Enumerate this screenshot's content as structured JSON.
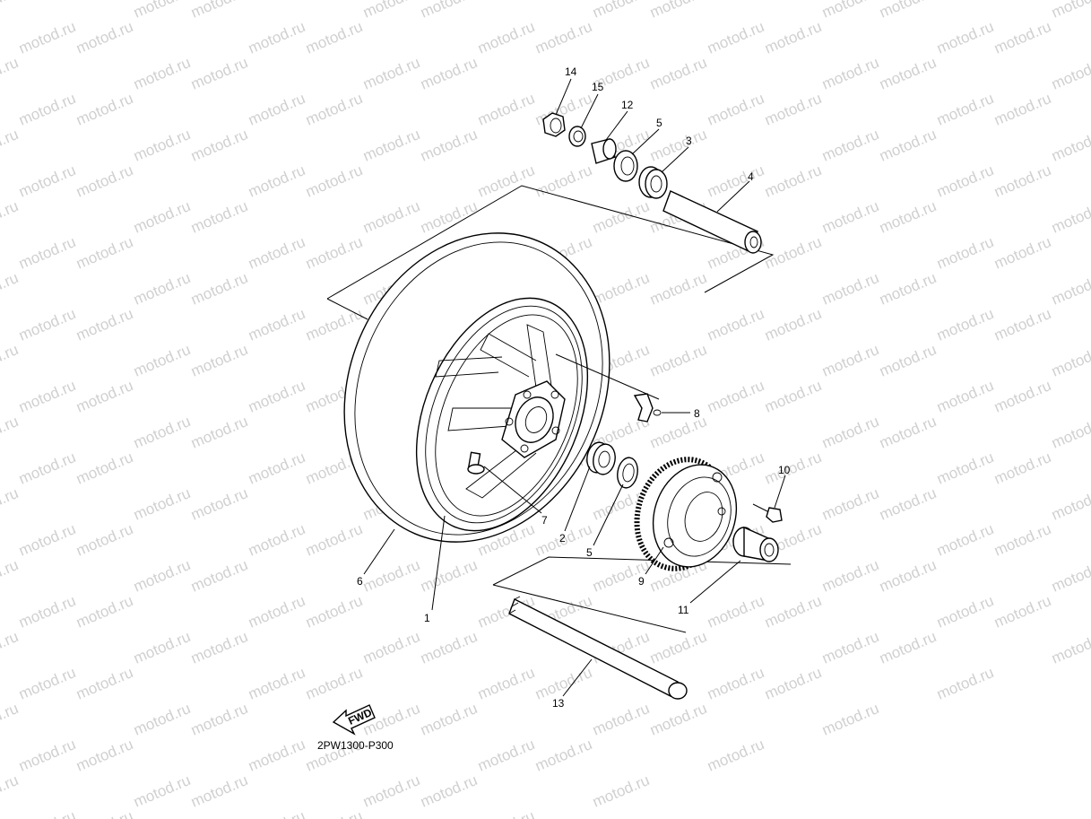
{
  "watermark": {
    "text": "motod.ru",
    "color": "#cfcfcf"
  },
  "diagram_code": "2PW1300-P300",
  "fwd_label": "FWD",
  "callouts": [
    {
      "id": "c1",
      "label": "1"
    },
    {
      "id": "c2",
      "label": "2"
    },
    {
      "id": "c3",
      "label": "3"
    },
    {
      "id": "c4",
      "label": "4"
    },
    {
      "id": "c5a",
      "label": "5"
    },
    {
      "id": "c5b",
      "label": "5"
    },
    {
      "id": "c6",
      "label": "6"
    },
    {
      "id": "c7",
      "label": "7"
    },
    {
      "id": "c8",
      "label": "8"
    },
    {
      "id": "c9",
      "label": "9"
    },
    {
      "id": "c10",
      "label": "10"
    },
    {
      "id": "c11",
      "label": "11"
    },
    {
      "id": "c12",
      "label": "12"
    },
    {
      "id": "c13",
      "label": "13"
    },
    {
      "id": "c14",
      "label": "14"
    },
    {
      "id": "c15",
      "label": "15"
    }
  ]
}
